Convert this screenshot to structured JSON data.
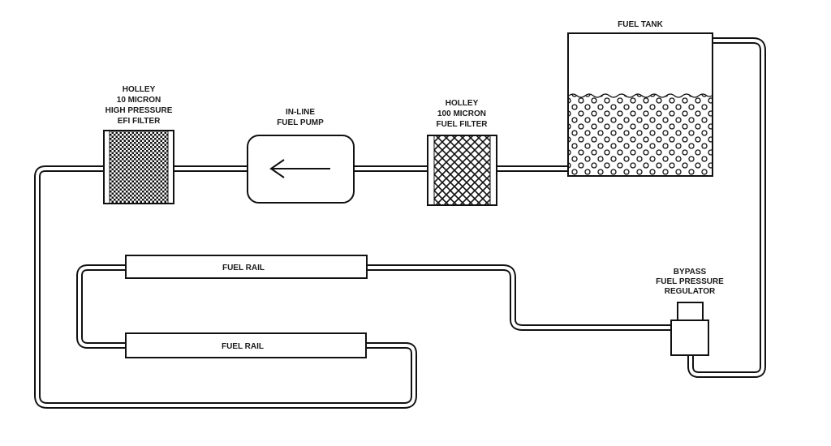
{
  "diagram": {
    "title": "EFI Fuel System with Bypass Regulator",
    "components": {
      "fuel_tank": {
        "label": [
          "FUEL TANK"
        ]
      },
      "filter_100": {
        "label": [
          "HOLLEY",
          "100 MICRON",
          "FUEL FILTER"
        ]
      },
      "pump": {
        "label": [
          "IN-LINE",
          "FUEL PUMP"
        ],
        "flow_direction": "left"
      },
      "filter_10": {
        "label": [
          "HOLLEY",
          "10 MICRON",
          "HIGH PRESSURE",
          "EFI FILTER"
        ]
      },
      "fuel_rail_top": {
        "label": [
          "FUEL RAIL"
        ]
      },
      "fuel_rail_bottom": {
        "label": [
          "FUEL RAIL"
        ]
      },
      "regulator": {
        "label": [
          "BYPASS",
          "FUEL PRESSURE",
          "REGULATOR"
        ]
      }
    },
    "flow_order": [
      "FUEL TANK",
      "HOLLEY 100 MICRON FUEL FILTER",
      "IN-LINE FUEL PUMP",
      "HOLLEY 10 MICRON HIGH PRESSURE EFI FILTER",
      "FUEL RAIL",
      "FUEL RAIL",
      "BYPASS FUEL PRESSURE REGULATOR",
      "FUEL TANK"
    ],
    "colors": {
      "line": "#111111",
      "background": "#ffffff"
    }
  }
}
